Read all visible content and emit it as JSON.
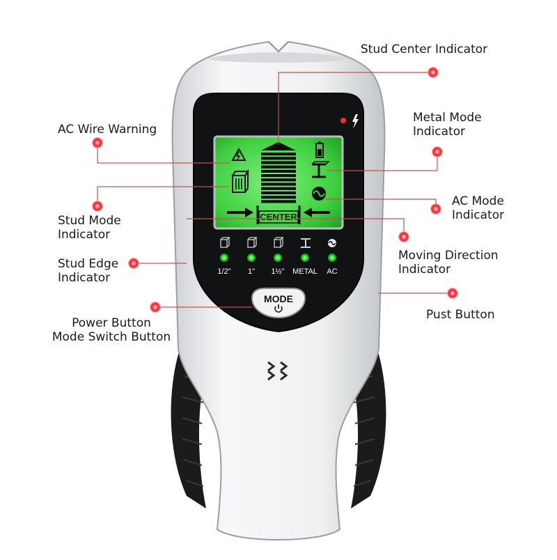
{
  "device": {
    "mode_button_label": "MODE",
    "lcd_center_label": "CENTER",
    "indicator_labels": [
      "1/2\"",
      "1\"",
      "1½\"",
      "METAL",
      "AC"
    ]
  },
  "callouts": {
    "stud_center": [
      "Stud Center Indicator"
    ],
    "ac_wire": [
      "AC Wire Warning"
    ],
    "metal_mode": [
      "Metal Mode",
      "Indicator"
    ],
    "stud_mode": [
      "Stud Mode",
      "Indicator"
    ],
    "ac_mode": [
      "AC Mode",
      "Indicator"
    ],
    "moving_direction": [
      "Moving Direction",
      "Indicator"
    ],
    "stud_edge": [
      "Stud Edge",
      "Indicator"
    ],
    "pust_button": [
      "Pust Button"
    ],
    "power_button": [
      "Power Button",
      "Mode Switch Button"
    ]
  },
  "colors": {
    "lcd_green": "#3fcf3f",
    "led_green": "#2fe62f",
    "marker_red": "#e8242c",
    "body_silver": "#e4e6e8",
    "grip_black": "#1b1b1b"
  }
}
